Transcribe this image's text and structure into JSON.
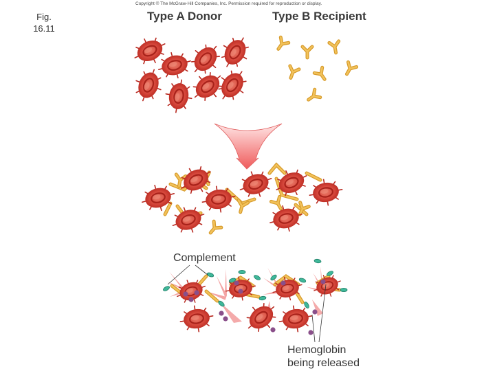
{
  "figure": {
    "label_line1": "Fig.",
    "label_line2": "16.11",
    "copyright": "Copyright © The McGraw-Hill Companies, Inc. Permission required for reproduction or display."
  },
  "panels": {
    "donor_heading": "Type A Donor",
    "recipient_heading": "Type B Recipient"
  },
  "labels": {
    "complement": "Complement",
    "hemoglobin_line1": "Hemoglobin",
    "hemoglobin_line2": "being released"
  },
  "colors": {
    "rbc_fill": "#c8342c",
    "rbc_center": "#e56a58",
    "antibody": "#e8b040",
    "arrow": "#ee6666",
    "complement": "#3fb89a",
    "hemoglobin": "#8a4f8a"
  }
}
